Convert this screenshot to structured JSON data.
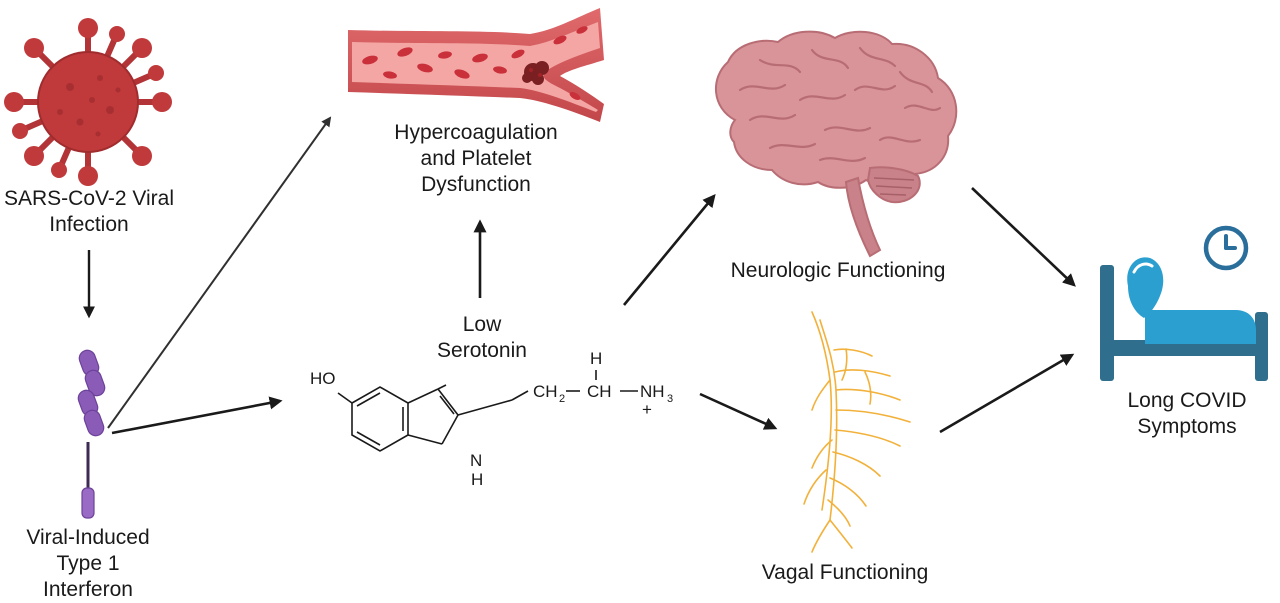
{
  "nodes": {
    "sars_cov2": {
      "lines": [
        "SARS-CoV-2 Viral",
        "Infection"
      ],
      "icon": "virus-icon"
    },
    "interferon": {
      "lines": [
        "Viral-Induced",
        "Type 1",
        "Interferon"
      ],
      "icon": "interferon-receptor-icon"
    },
    "hypercoagulation": {
      "lines": [
        "Hypercoagulation",
        "and Platelet",
        "Dysfunction"
      ],
      "icon": "blood-vessel-clot-icon"
    },
    "low_serotonin": {
      "lines": [
        "Low",
        "Serotonin"
      ]
    },
    "neurologic": {
      "lines": [
        "Neurologic Functioning"
      ],
      "icon": "brain-icon"
    },
    "vagal": {
      "lines": [
        "Vagal Functioning"
      ],
      "icon": "vagus-nerve-icon"
    },
    "long_covid": {
      "lines": [
        "Long COVID",
        "Symptoms"
      ],
      "icon": "patient-in-bed-clock-icon"
    }
  },
  "serotonin_structure": {
    "icon": "serotonin-molecule-icon",
    "ho": "HO",
    "ch2_main": "CH",
    "ch2_sub": "2",
    "ch": "CH",
    "h_top": "H",
    "nh_main": "NH",
    "nh_sub": "3",
    "plus": "+",
    "ring_n": "N",
    "ring_h": "H"
  },
  "colors": {
    "virus": "#c0393b",
    "virus_dark": "#9e2a2c",
    "interferon": "#8a5cb8",
    "vessel": "#d9575a",
    "vessel_inner": "#f4a6a4",
    "rbc": "#c9303a",
    "clot": "#7a1f22",
    "brain": "#d9949a",
    "brain_dark": "#b86d74",
    "nerve": "#f2b13a",
    "bed": "#2f6e8c",
    "blanket": "#2a9fd0",
    "clock": "#2a6e9c",
    "arrow": "#1a1a1a"
  },
  "edges": [
    {
      "from": "sars_cov2",
      "to": "interferon"
    },
    {
      "from": "interferon",
      "to": "hypercoagulation"
    },
    {
      "from": "interferon",
      "to": "low_serotonin"
    },
    {
      "from": "low_serotonin",
      "to": "hypercoagulation"
    },
    {
      "from": "low_serotonin",
      "to": "neurologic"
    },
    {
      "from": "low_serotonin",
      "to": "vagal"
    },
    {
      "from": "neurologic",
      "to": "long_covid"
    },
    {
      "from": "vagal",
      "to": "long_covid"
    }
  ]
}
